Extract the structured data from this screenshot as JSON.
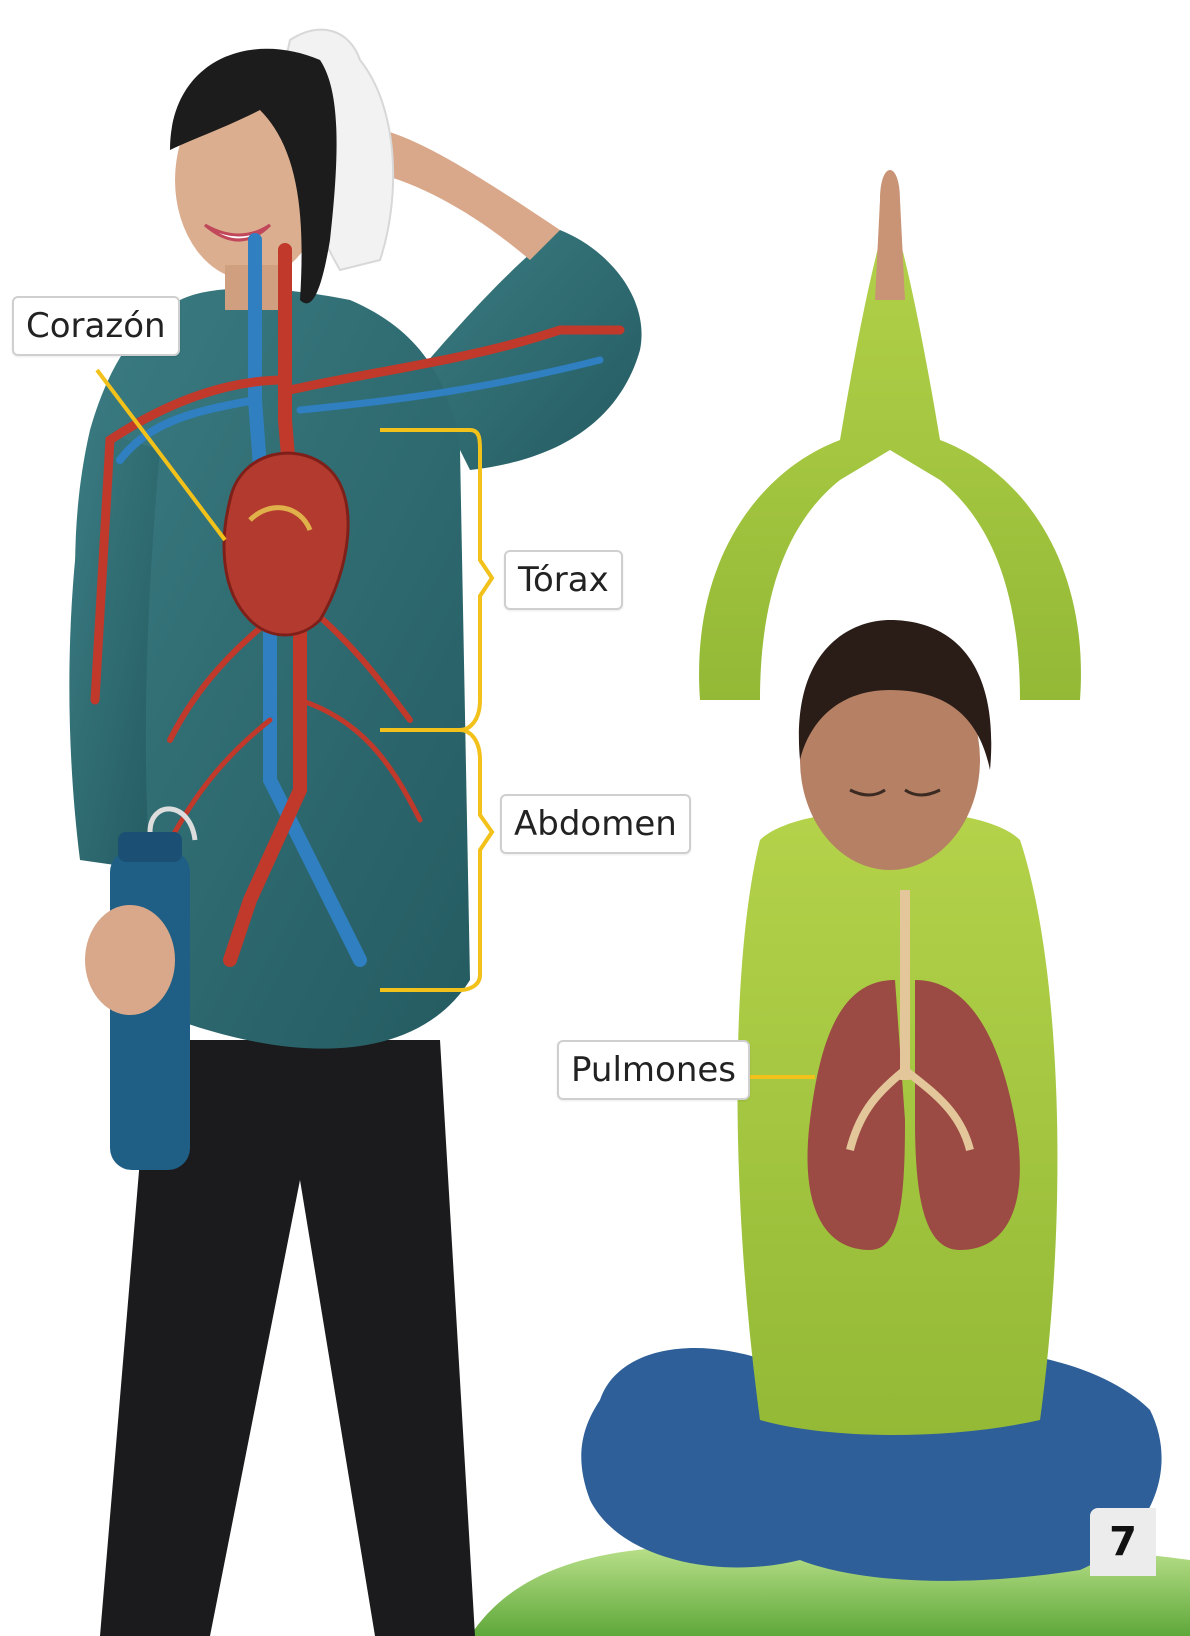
{
  "labels": {
    "corazon": "Corazón",
    "torax": "Tórax",
    "abdomen": "Abdomen",
    "pulmones": "Pulmones"
  },
  "page_number": "7",
  "colors": {
    "leader_line": "#f2c11a",
    "shirt_woman": "#2f6d72",
    "shirt_girl": "#a8c93c",
    "artery": "#c0392b",
    "vein": "#2f7fc1",
    "lungs": "#9c4a44",
    "grass": "#86c45a"
  }
}
